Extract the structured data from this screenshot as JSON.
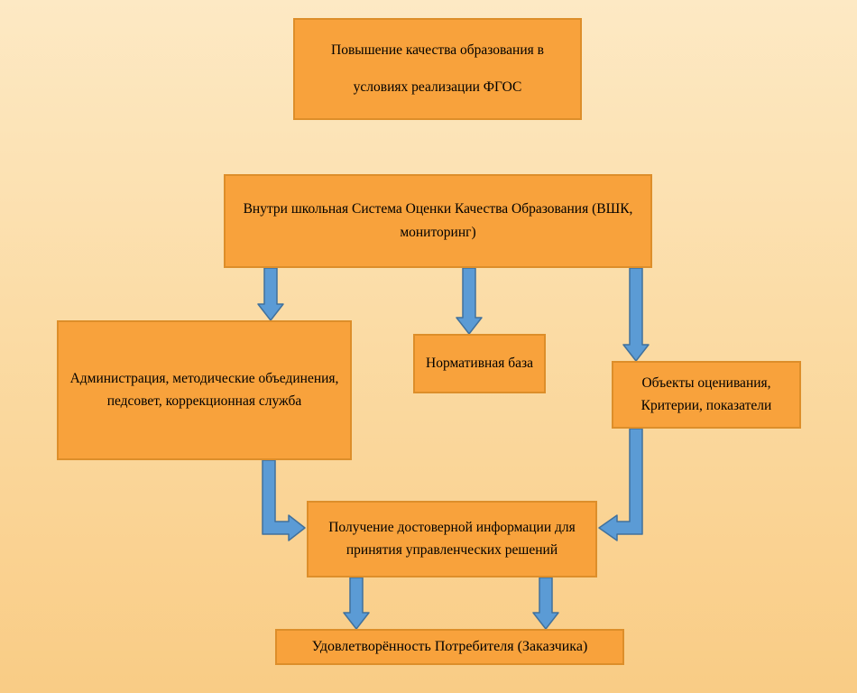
{
  "diagram": {
    "boxes": {
      "goal": {
        "label": "Повышение качества образования в условиях реализации ФГОС"
      },
      "system": {
        "label": "Внутри школьная Система Оценки Качества Образования (ВШК, мониторинг)"
      },
      "administration": {
        "label": "Администрация, методические объединения, педсовет, коррекционная служба"
      },
      "normative": {
        "label": "Нормативная база"
      },
      "objects": {
        "label": "Объекты оценивания, Критерии, показатели"
      },
      "info": {
        "label": "Получение достоверной информации для принятия управленческих решений"
      },
      "satisfaction": {
        "label": "Удовлетворённость Потребителя (Заказчика)"
      }
    },
    "colors": {
      "box_fill": "#f8a23c",
      "box_border": "#dd8e2a",
      "arrow_fill": "#5b9bd5",
      "arrow_border": "#41719c",
      "background_top": "#fde9c4",
      "background_bottom": "#f9cc85"
    }
  }
}
